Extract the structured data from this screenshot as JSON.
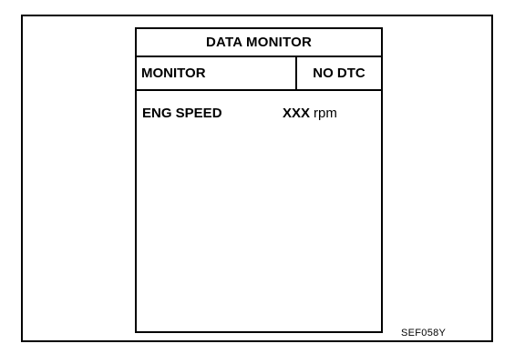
{
  "screen": {
    "title": "DATA MONITOR",
    "header": {
      "monitor_label": "MONITOR",
      "status_label": "NO DTC"
    },
    "items": [
      {
        "name": "ENG SPEED",
        "value": "XXX",
        "unit": "rpm"
      }
    ]
  },
  "figure_code": "SEF058Y"
}
